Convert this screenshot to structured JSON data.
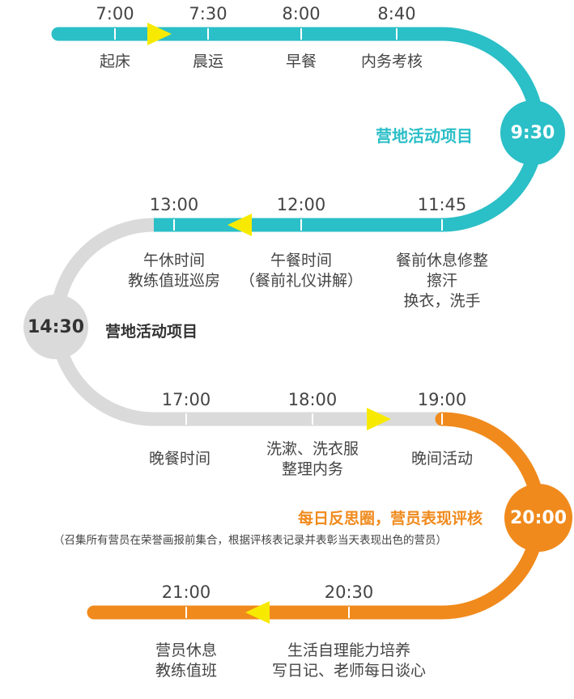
{
  "colors": {
    "teal": "#2bbfc7",
    "gray": "#dadada",
    "orange": "#f08a1c",
    "arrow": "#f7ea00",
    "text": "#444444"
  },
  "row1": {
    "times": [
      "7:00",
      "7:30",
      "8:00",
      "8:40"
    ],
    "labels": [
      "起床",
      "晨运",
      "早餐",
      "内务考核"
    ]
  },
  "hub1": {
    "time": "9:30",
    "title": "营地活动项目"
  },
  "row2": {
    "times": [
      "13:00",
      "12:00",
      "11:45"
    ],
    "labels": [
      {
        "l1": "午休时间",
        "l2": "教练值班巡房",
        "l3": ""
      },
      {
        "l1": "午餐时间",
        "l2": "（餐前礼仪讲解）",
        "l3": ""
      },
      {
        "l1": "餐前休息修整",
        "l2": "擦汗",
        "l3": "换衣，洗手"
      }
    ]
  },
  "hub2": {
    "time": "14:30",
    "title": "营地活动项目"
  },
  "row3": {
    "times": [
      "17:00",
      "18:00",
      "19:00"
    ],
    "labels": [
      {
        "l1": "晚餐时间",
        "l2": ""
      },
      {
        "l1": "洗漱、洗衣服",
        "l2": "整理内务"
      },
      {
        "l1": "晚间活动",
        "l2": ""
      }
    ]
  },
  "hub3": {
    "time": "20:00",
    "title": "每日反思圈，营员表现评核",
    "note": "（召集所有营员在荣誉画报前集合，根据评核表记录并表彰当天表现出色的营员）"
  },
  "row4": {
    "times": [
      "21:00",
      "20:30"
    ],
    "labels": [
      {
        "l1": "营员休息",
        "l2": "教练值班"
      },
      {
        "l1": "生活自理能力培养",
        "l2": "写日记、老师每日谈心"
      }
    ]
  }
}
